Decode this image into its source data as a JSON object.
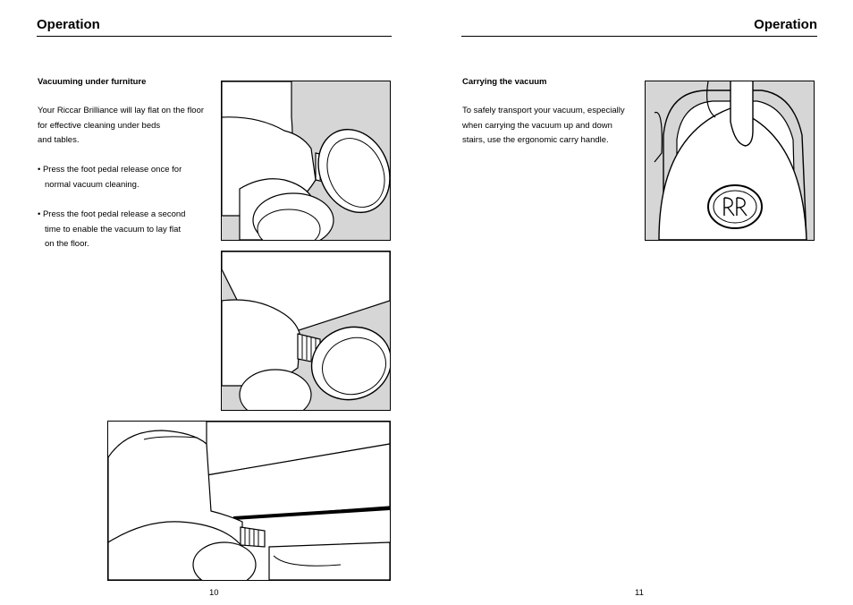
{
  "left_page": {
    "heading": "Operation",
    "section_title": "Vacuuming under furniture",
    "intro_lines": [
      "Your Riccar Brilliance will lay flat on the floor",
      "for effective cleaning under beds",
      "and tables."
    ],
    "bullets": [
      {
        "lines": [
          "• Press the foot pedal release once for",
          "normal vacuum cleaning."
        ]
      },
      {
        "lines": [
          "• Press the foot pedal release a second",
          "time to enable the vacuum to lay flat",
          "on the floor."
        ]
      }
    ],
    "page_number": "10"
  },
  "right_page": {
    "heading": "Operation",
    "section_title": "Carrying the vacuum",
    "intro_lines": [
      "To safely transport your vacuum, especially",
      "when carrying the vacuum up and down",
      "stairs, use the ergonomic carry handle."
    ],
    "page_number": "11"
  },
  "illustrations": [
    {
      "id": "foot-pedal-upright",
      "icon": "vacuum-foot-pedal-illustration"
    },
    {
      "id": "foot-pedal-reclined",
      "icon": "vacuum-foot-pedal-illustration"
    },
    {
      "id": "vacuum-flat-under-furniture",
      "icon": "vacuum-lay-flat-illustration"
    },
    {
      "id": "carry-handle",
      "icon": "vacuum-carry-handle-illustration"
    }
  ],
  "colors": {
    "text": "#000000",
    "shade": "#d6d6d6",
    "background": "#ffffff"
  }
}
